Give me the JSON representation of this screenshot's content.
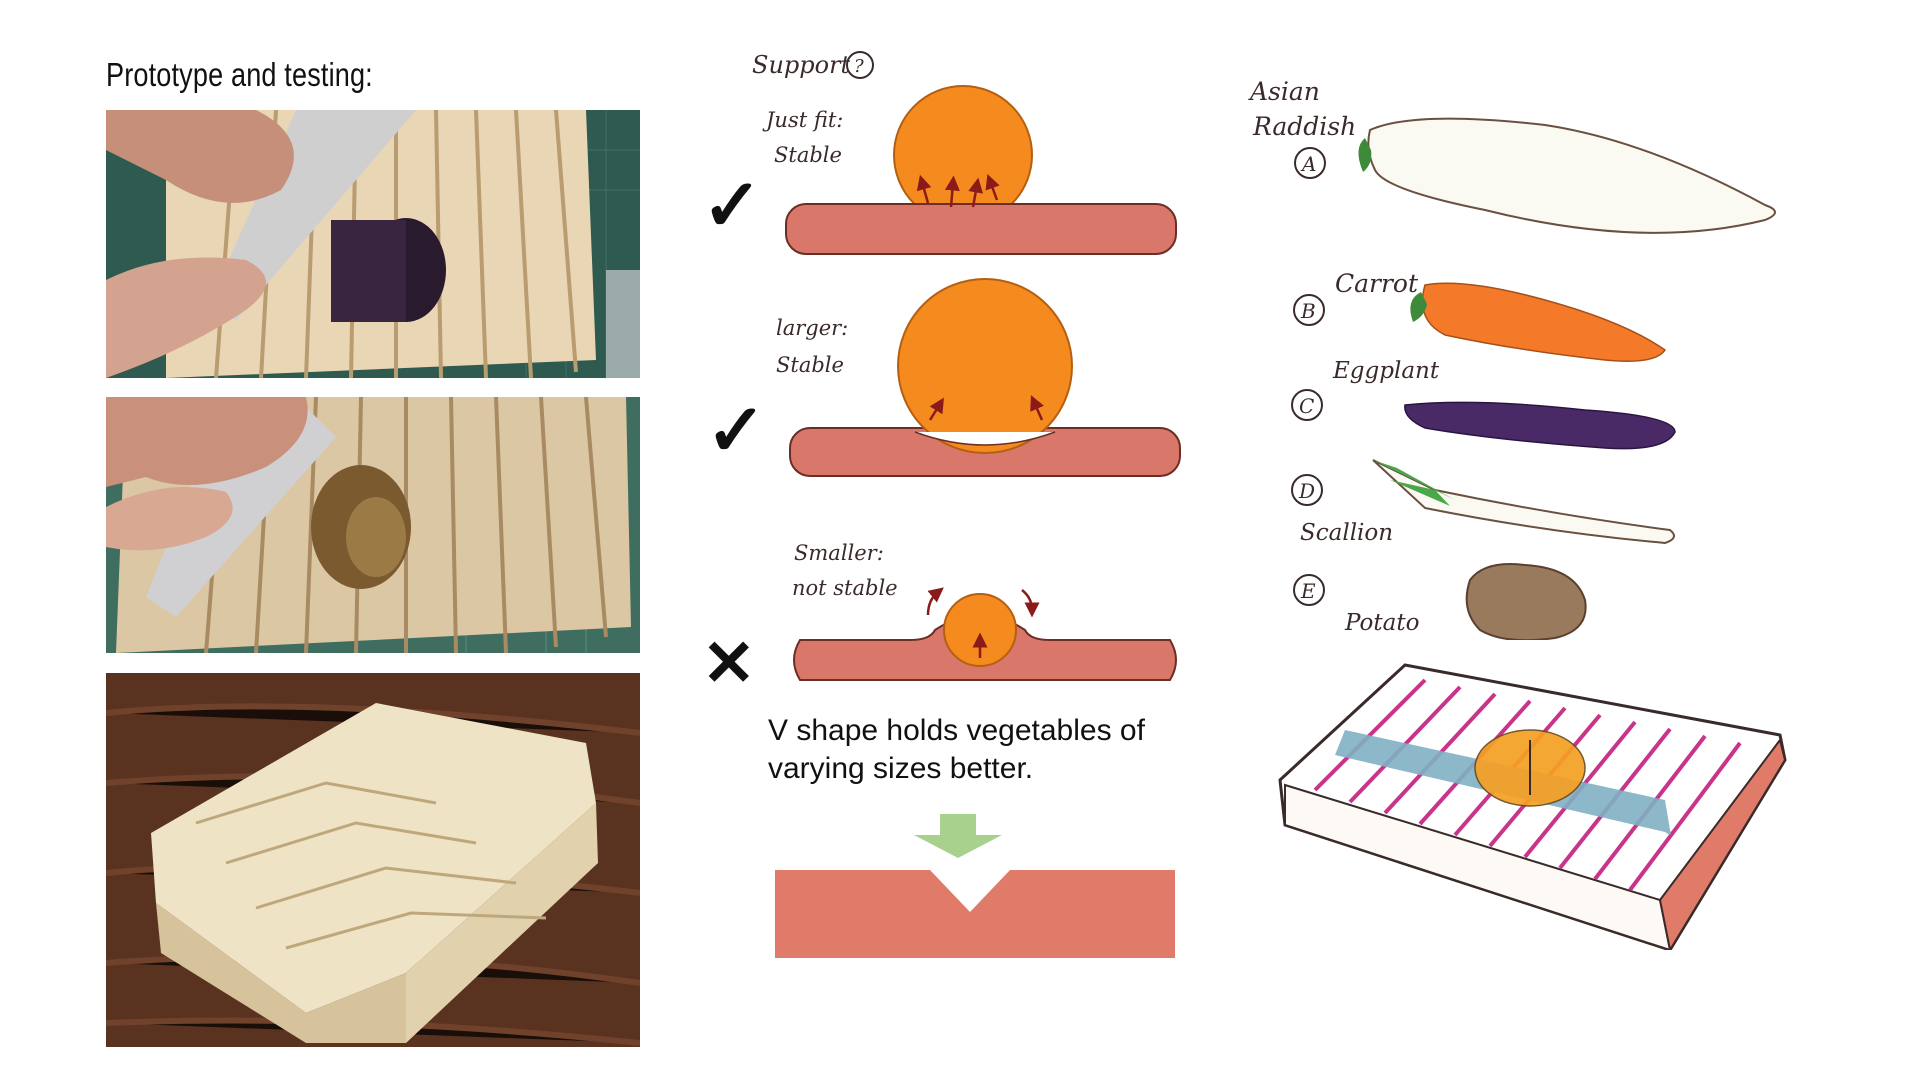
{
  "heading": "Prototype and testing:",
  "caption": "V shape holds vegetables of varying sizes better.",
  "support": {
    "title": "Support",
    "help_symbol": "?",
    "cases": [
      {
        "label_line1": "Just fit:",
        "label_line2": "Stable",
        "mark": "✓"
      },
      {
        "label_line1": "larger:",
        "label_line2": "Stable",
        "mark": "✓"
      },
      {
        "label_line1": "Smaller:",
        "label_line2": "not stable",
        "mark": "✕"
      }
    ]
  },
  "vegetables": [
    {
      "letter": "A",
      "name_line1": "Asian",
      "name_line2": "Raddish"
    },
    {
      "letter": "B",
      "name_line1": "Carrot",
      "name_line2": ""
    },
    {
      "letter": "C",
      "name_line1": "Eggplant",
      "name_line2": ""
    },
    {
      "letter": "D",
      "name_line1": "Scallion",
      "name_line2": ""
    },
    {
      "letter": "E",
      "name_line1": "Potato",
      "name_line2": ""
    }
  ],
  "colors": {
    "orange": "#f58a1f",
    "board_red": "#d9786a",
    "v_block": "#e07b6a",
    "arrow_green": "#a9d18e",
    "stripe_pink": "#c8348a",
    "band_blue": "#7fb0c4"
  }
}
